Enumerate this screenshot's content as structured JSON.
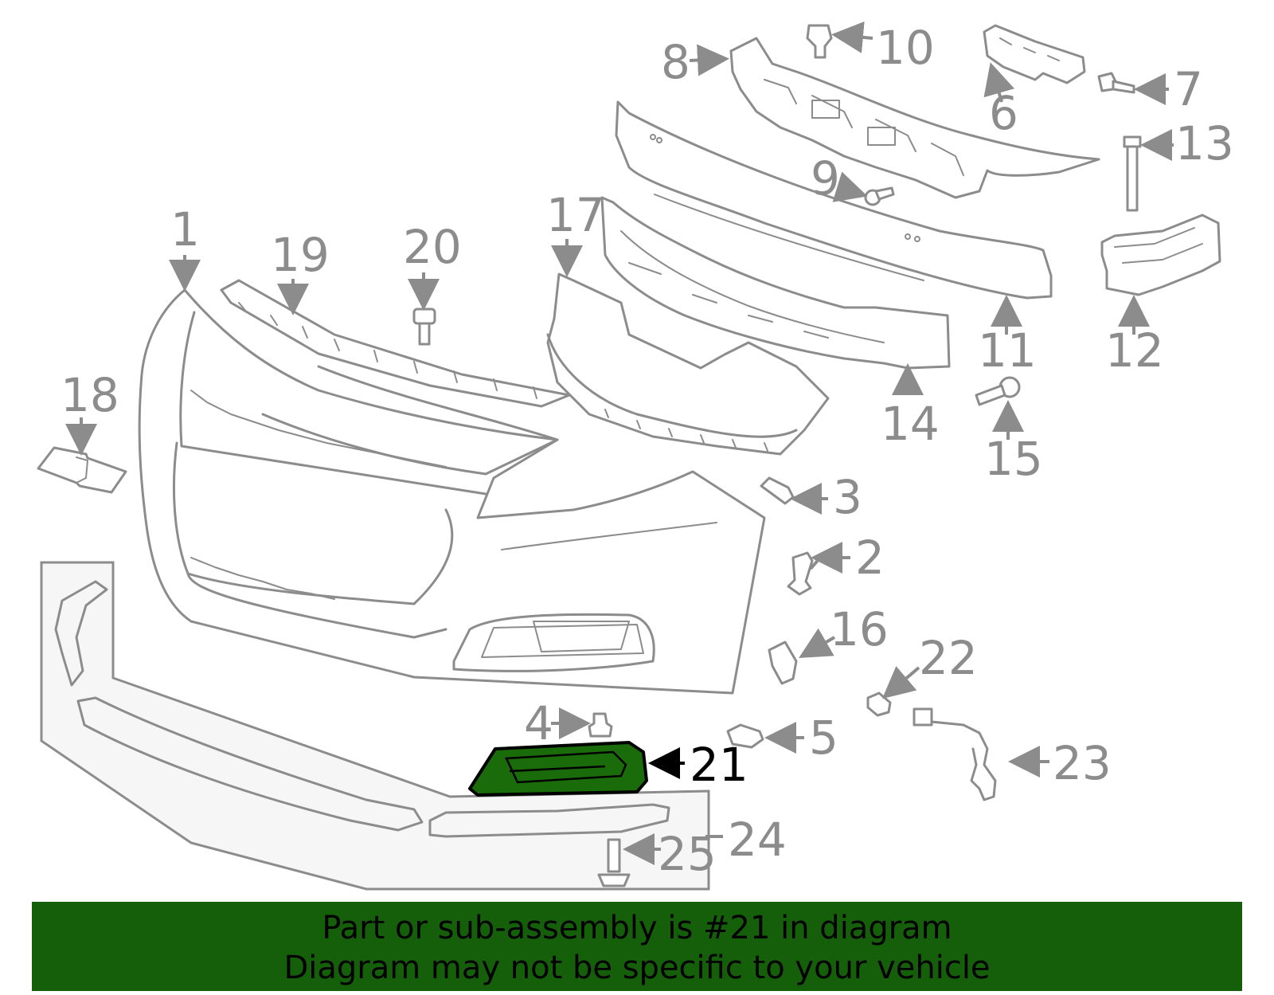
{
  "diagram": {
    "highlight_color": "#1a6b0a",
    "callouts": [
      {
        "id": "1",
        "text": "1"
      },
      {
        "id": "2",
        "text": "2"
      },
      {
        "id": "3",
        "text": "3"
      },
      {
        "id": "4",
        "text": "4"
      },
      {
        "id": "5",
        "text": "5"
      },
      {
        "id": "6",
        "text": "6"
      },
      {
        "id": "7",
        "text": "7"
      },
      {
        "id": "8",
        "text": "8"
      },
      {
        "id": "9",
        "text": "9"
      },
      {
        "id": "10",
        "text": "10"
      },
      {
        "id": "11",
        "text": "11"
      },
      {
        "id": "12",
        "text": "12"
      },
      {
        "id": "13",
        "text": "13"
      },
      {
        "id": "14",
        "text": "14"
      },
      {
        "id": "15",
        "text": "15"
      },
      {
        "id": "16",
        "text": "16"
      },
      {
        "id": "17",
        "text": "17"
      },
      {
        "id": "18",
        "text": "18"
      },
      {
        "id": "19",
        "text": "19"
      },
      {
        "id": "20",
        "text": "20"
      },
      {
        "id": "21",
        "text": "21",
        "highlighted": true
      },
      {
        "id": "22",
        "text": "22"
      },
      {
        "id": "23",
        "text": "23"
      },
      {
        "id": "24",
        "text": "24"
      },
      {
        "id": "25",
        "text": "25"
      }
    ]
  },
  "banner": {
    "background": "#155f0a",
    "line1": "Part or sub-assembly is #21 in diagram",
    "line2": "Diagram may not be specific to your vehicle"
  }
}
